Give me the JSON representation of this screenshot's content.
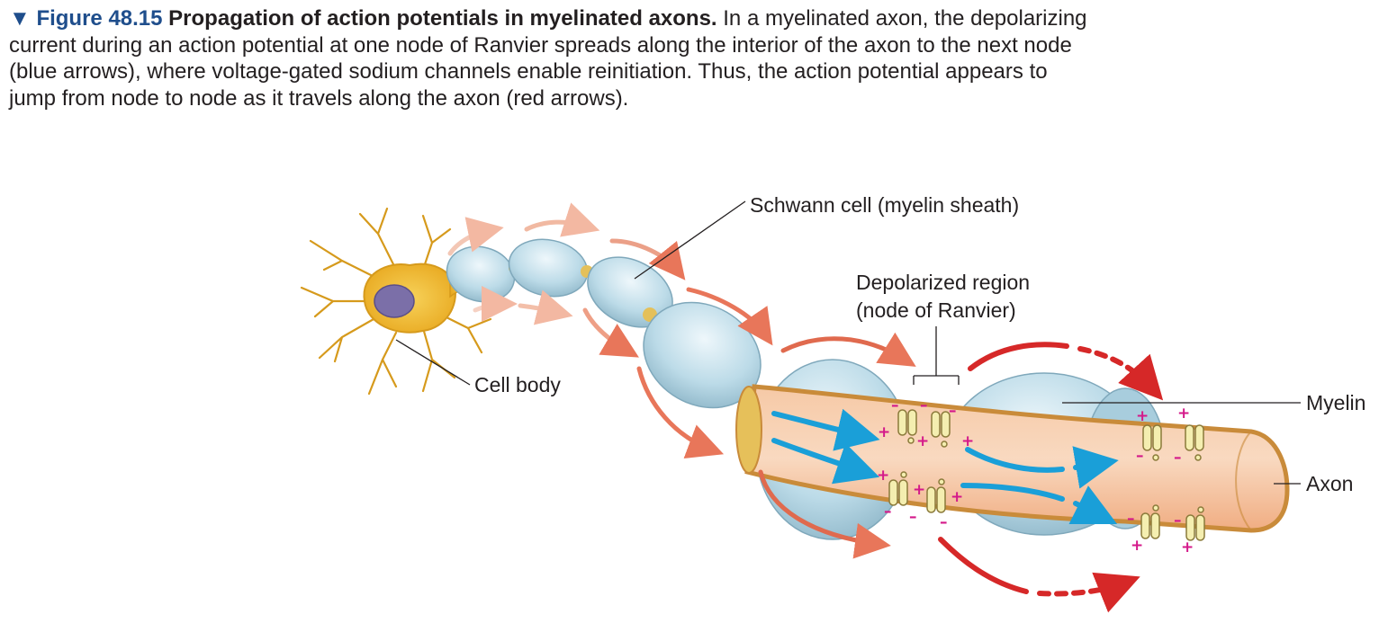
{
  "caption": {
    "triangle": "▼",
    "figure_number": "Figure 48.15",
    "title": "Propagation of action potentials in myelinated axons.",
    "body": "In a myelinated axon, the depolarizing current during an action potential at one node of Ranvier spreads along the interior of the axon to the next node (blue arrows), where voltage-gated sodium channels enable reinitiation. Thus, the action potential appears to jump from node to node as it travels along the axon (red arrows)."
  },
  "labels": {
    "schwann": "Schwann cell (myelin sheath)",
    "depolarized_line1": "Depolarized region",
    "depolarized_line2": "(node of Ranvier)",
    "cell_body": "Cell body",
    "myelin": "Myelin",
    "axon": "Axon"
  },
  "signs": {
    "plus": "+",
    "minus": "–"
  },
  "colors": {
    "figure_blue": "#1f4e8c",
    "myelin": "#bcdbe8",
    "axon": "#f3b48a",
    "axon_border": "#c98b3a",
    "red_arrow": "#d62828",
    "salmon_arrow": "#e8765a",
    "blue_arrow": "#1a9fd8",
    "charge": "#d4198a",
    "channel": "#f4eeb0"
  }
}
